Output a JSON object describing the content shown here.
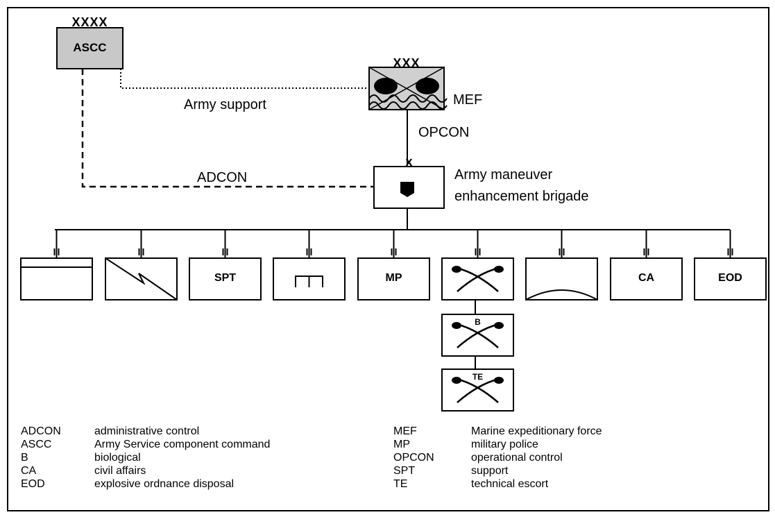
{
  "hq": {
    "abbr": "ASCC",
    "echelon": "XXXX"
  },
  "mef": {
    "label": "MEF",
    "echelon": "XXX"
  },
  "brigade": {
    "label_line1": "Army maneuver",
    "label_line2": "enhancement brigade",
    "echelon": "x"
  },
  "links": {
    "army_support": "Army support",
    "opcon": "OPCON",
    "adcon": "ADCON"
  },
  "battalions": [
    {
      "symbol": "blank-bar",
      "text": ""
    },
    {
      "symbol": "signal",
      "text": ""
    },
    {
      "symbol": "text",
      "text": "SPT"
    },
    {
      "symbol": "engineer",
      "text": ""
    },
    {
      "symbol": "text",
      "text": "MP"
    },
    {
      "symbol": "chemical",
      "text": ""
    },
    {
      "symbol": "arc",
      "text": ""
    },
    {
      "symbol": "text",
      "text": "CA"
    },
    {
      "symbol": "text",
      "text": "EOD"
    }
  ],
  "sub_units": [
    {
      "symbol": "chemical",
      "text": "B"
    },
    {
      "symbol": "chemical",
      "text": "TE"
    }
  ],
  "legend": {
    "left": [
      {
        "abbr": "ADCON",
        "meaning": "administrative control"
      },
      {
        "abbr": "ASCC",
        "meaning": "Army Service component command"
      },
      {
        "abbr": "B",
        "meaning": "biological"
      },
      {
        "abbr": "CA",
        "meaning": "civil affairs"
      },
      {
        "abbr": "EOD",
        "meaning": "explosive ordnance disposal"
      }
    ],
    "right": [
      {
        "abbr": "MEF",
        "meaning": "Marine expeditionary force"
      },
      {
        "abbr": "MP",
        "meaning": "military police"
      },
      {
        "abbr": "OPCON",
        "meaning": "operational control"
      },
      {
        "abbr": "SPT",
        "meaning": "support"
      },
      {
        "abbr": "TE",
        "meaning": "technical escort"
      }
    ]
  }
}
